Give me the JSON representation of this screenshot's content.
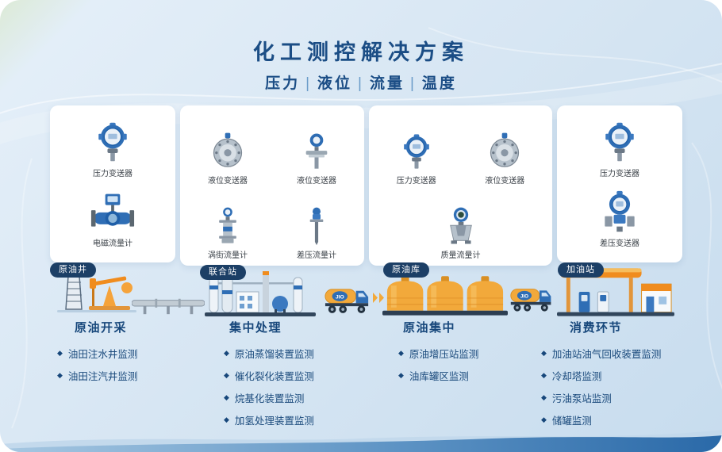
{
  "header": {
    "title": "化工测控解决方案",
    "subtitle_parts": [
      "压力",
      "液位",
      "流量",
      "温度"
    ],
    "subtitle_separator": "|"
  },
  "glyphs": {
    "bullet": "◆"
  },
  "colors": {
    "accent_navy": "#1b4d85",
    "badge_navy": "#1c3f66",
    "instrument_blue": "#2f6eb5",
    "illustration_orange": "#f08c1e",
    "tank_yellow": "#f2a93b",
    "card_white": "#ffffff",
    "background_blue": "#d7e6f3"
  },
  "cards": [
    {
      "instruments": [
        {
          "label": "压力变送器"
        },
        {
          "label": "电磁流量计"
        }
      ]
    },
    {
      "instruments": [
        {
          "label": "液位变送器"
        },
        {
          "label": "液位变送器"
        },
        {
          "label": "涡街流量计"
        },
        {
          "label": "差压流量计"
        }
      ]
    },
    {
      "instruments": [
        {
          "label": "压力变送器"
        },
        {
          "label": "液位变送器"
        },
        {
          "label": "质量流量计"
        }
      ]
    },
    {
      "instruments": [
        {
          "label": "压力变送器"
        },
        {
          "label": "差压变送器"
        }
      ]
    }
  ],
  "flow": {
    "badges": [
      "原油井",
      "联合站",
      "原油库",
      "加油站"
    ],
    "truck_label": "JIO"
  },
  "sections": [
    {
      "title": "原油开采",
      "bullets": [
        "油田注水井监测",
        "油田注汽井监测"
      ]
    },
    {
      "title": "集中处理",
      "bullets": [
        "原油蒸馏装置监测",
        "催化裂化装置监测",
        "烷基化装置监测",
        "加氢处理装置监测"
      ]
    },
    {
      "title": "原油集中",
      "bullets": [
        "原油增压站监测",
        "油库罐区监测"
      ]
    },
    {
      "title": "消费环节",
      "bullets": [
        "加油站油气回收装置监测",
        "冷却塔监测",
        "污油泵站监测",
        "储罐监测"
      ]
    }
  ]
}
